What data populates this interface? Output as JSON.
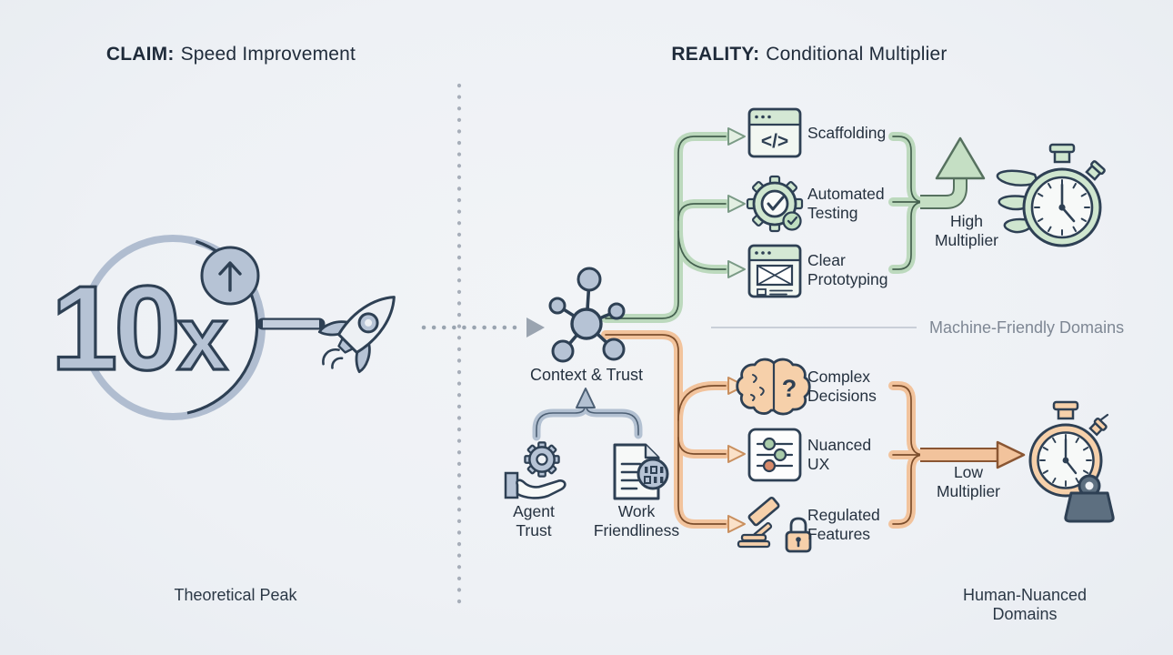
{
  "colors": {
    "bg": "#eef1f5",
    "navy": "#2e4054",
    "text": "#25313f",
    "text-gray": "#7e8794",
    "blue-gray": "#b6c3d5",
    "gray-tube": "#b3c1d2",
    "gray-dark": "#4c5f74",
    "green-tube": "#bcd9bd",
    "green-dark": "#44604f",
    "green-icon": "#cfe6cf",
    "green-pale": "#e3efe2",
    "green-edge": "#7a9a85",
    "orange-tube": "#f2c39c",
    "orange-dark": "#7c4e2c",
    "orange-icon": "#f6d0aa",
    "orange-pale": "#fae1c8",
    "orange-edge": "#c98f5e",
    "slate": "#5d6f80"
  },
  "header": {
    "claim_prefix": "CLAIM:",
    "claim_title": "Speed Improvement",
    "reality_prefix": "REALITY:",
    "reality_title": "Conditional Multiplier"
  },
  "left": {
    "badge_number": "10",
    "badge_suffix": "x",
    "footer": "Theoretical Peak",
    "icons": [
      "up-arrow-circle-icon",
      "rocket-icon"
    ]
  },
  "hub": {
    "label": "Context & Trust",
    "icon": "network-hub-icon"
  },
  "inputs": [
    {
      "lines": [
        "Agent",
        "Trust"
      ],
      "icon": "hand-gear-icon"
    },
    {
      "lines": [
        "Work",
        "Friendliness"
      ],
      "icon": "document-binary-icon"
    }
  ],
  "machine_branch": {
    "divider_label": "Machine-Friendly Domains",
    "items": [
      {
        "lines": [
          "Scaffolding",
          ""
        ],
        "icon": "code-window-icon"
      },
      {
        "lines": [
          "Automated",
          "Testing"
        ],
        "icon": "gear-check-icon"
      },
      {
        "lines": [
          "Clear",
          "Prototyping"
        ],
        "icon": "wireframe-window-icon"
      }
    ],
    "outcome_lines": [
      "High",
      "Multiplier"
    ],
    "outcome_icon": "winged-stopwatch-icon"
  },
  "human_branch": {
    "footer_label": "Human-Nuanced Domains",
    "items": [
      {
        "lines": [
          "Complex",
          "Decisions"
        ],
        "icon": "brain-question-icon"
      },
      {
        "lines": [
          "Nuanced",
          "UX"
        ],
        "icon": "sliders-icon"
      },
      {
        "lines": [
          "Regulated",
          "Features"
        ],
        "icon": "gavel-lock-icon"
      }
    ],
    "outcome_lines": [
      "Low",
      "Multiplier"
    ],
    "outcome_icon": "weighted-stopwatch-icon"
  },
  "icon_glyphs": {
    "code": "</>",
    "question": "?"
  }
}
